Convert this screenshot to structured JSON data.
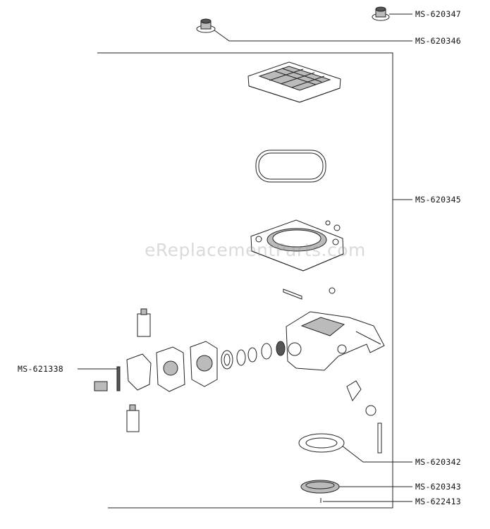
{
  "watermark": "eReplacementParts.com",
  "callouts": [
    {
      "id": "c1",
      "part": "MS-620347"
    },
    {
      "id": "c2",
      "part": "MS-620346"
    },
    {
      "id": "c3",
      "part": "MS-620345"
    },
    {
      "id": "c4",
      "part": "MS-621338"
    },
    {
      "id": "c5",
      "part": "MS-620342"
    },
    {
      "id": "c6",
      "part": "MS-620343"
    },
    {
      "id": "c7",
      "part": "MS-622413"
    }
  ]
}
